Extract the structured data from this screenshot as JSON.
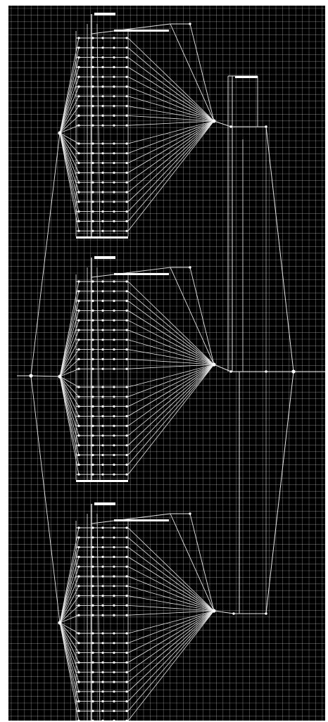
{
  "diagram": {
    "kind": "node-link graph",
    "background_color": "#000000",
    "grid_color": "#bdbdbd",
    "edge_color": "#e6e6e6",
    "node_color": "#ffffff",
    "groups": [
      {
        "id": "group-top",
        "leaf_count": 20
      },
      {
        "id": "group-middle",
        "leaf_count": 20
      },
      {
        "id": "group-bottom",
        "leaf_count": 20
      }
    ]
  }
}
